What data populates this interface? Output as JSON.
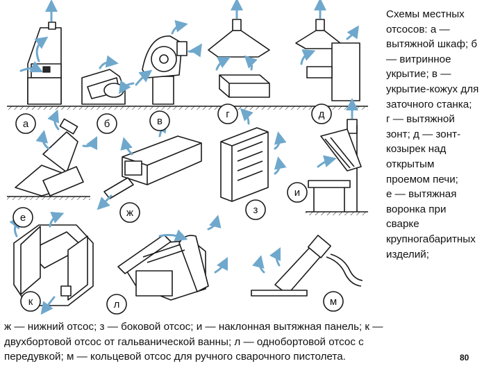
{
  "caption_right": "Схемы местных\nотсосов: а —\nвытяжной шкаф; б\n— витринное\nукрытие; в —\nукрытие-кожух для\nзаточного станка;\nг — вытяжной\nзонт; д — зонт-\nкозырек над\nоткрытым\nпроемом печи;\nе — вытяжная\nворонка при\nсварке\nкрупногабаритных\nизделий;",
  "caption_bottom": "ж — нижний отсос; з — боковой отсос; и — наклонная вытяжная панель; к —\nдвухбортовой отсос от гальванической ванны; л — однобортовой отсос с\nпередувкой; м — кольцевой отсос для ручного сварочного пистолета.",
  "page_number": "80",
  "figure_labels": {
    "a": "а",
    "b": "б",
    "v": "в",
    "g": "г",
    "d": "д",
    "e": "е",
    "zh": "ж",
    "z": "з",
    "i": "и",
    "k": "к",
    "l": "л",
    "m": "м"
  },
  "colors": {
    "airflow_arrow": "#6fa8cc",
    "line": "#1a1a1a"
  }
}
